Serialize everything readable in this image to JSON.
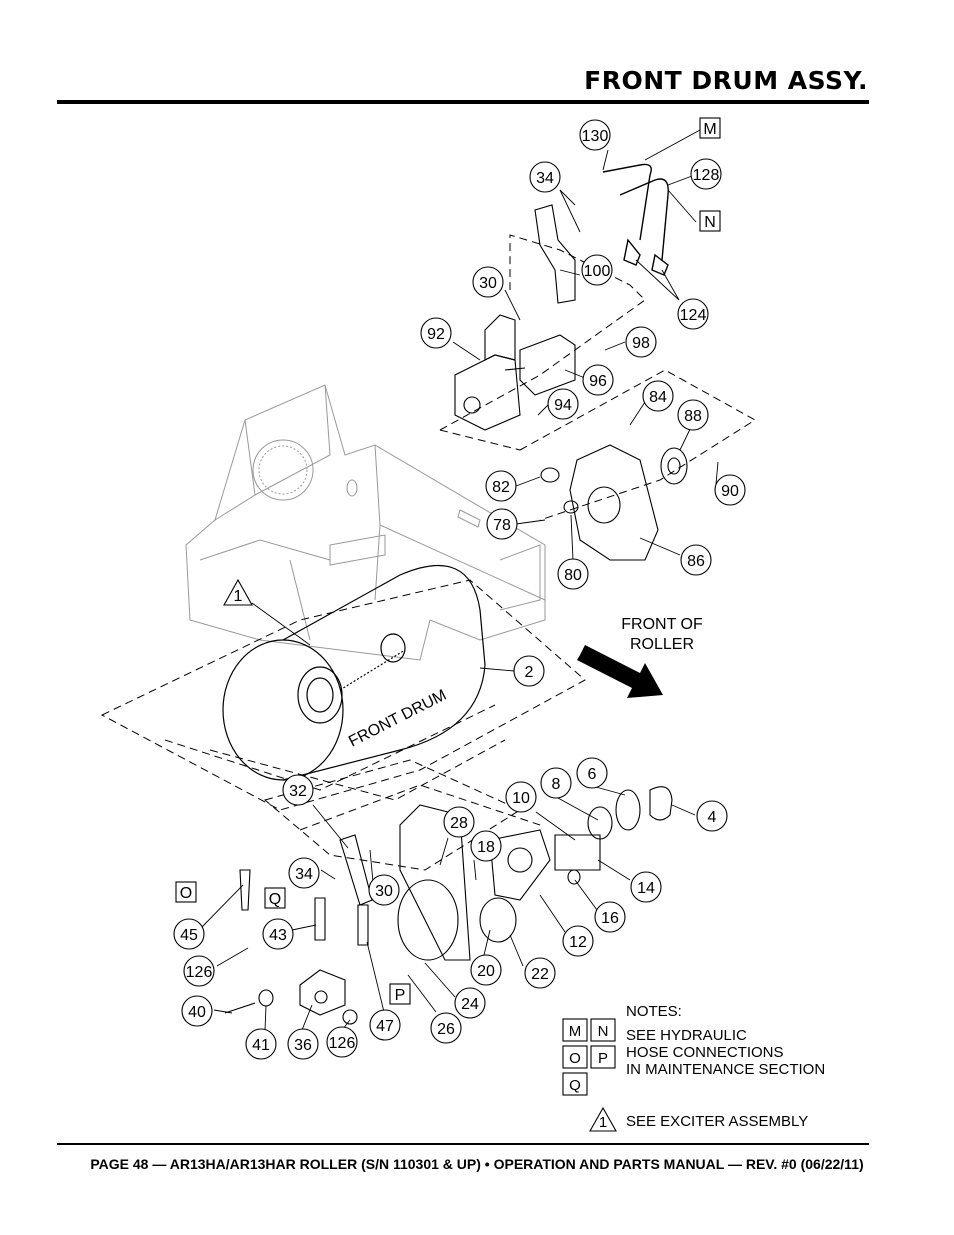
{
  "header": {
    "title": "FRONT DRUM ASSY."
  },
  "footer": {
    "text": "PAGE 48 — AR13HA/AR13HAR ROLLER (S/N 110301 & UP) • OPERATION AND PARTS MANUAL — REV. #0 (06/22/11)"
  },
  "diagram": {
    "drum_label": "FRONT DRUM",
    "direction_label_line1": "FRONT OF",
    "direction_label_line2": "ROLLER",
    "callouts": [
      "130",
      "34",
      "128",
      "30",
      "100",
      "124",
      "92",
      "98",
      "96",
      "94",
      "84",
      "88",
      "82",
      "90",
      "78",
      "86",
      "80",
      "1",
      "2",
      "8",
      "6",
      "10",
      "4",
      "32",
      "28",
      "18",
      "14",
      "34",
      "30",
      "16",
      "12",
      "20",
      "22",
      "45",
      "43",
      "126",
      "24",
      "40",
      "41",
      "36",
      "126",
      "47",
      "26"
    ],
    "hose_tags": [
      "M",
      "N",
      "O",
      "Q",
      "P"
    ]
  },
  "notes": {
    "heading": "NOTES:",
    "tags": [
      "M",
      "N",
      "O",
      "P",
      "Q"
    ],
    "hose_line1": "SEE HYDRAULIC",
    "hose_line2": "HOSE CONNECTIONS",
    "hose_line3": "IN MAINTENANCE SECTION",
    "exciter_tag": "1",
    "exciter_text": "SEE EXCITER ASSEMBLY"
  }
}
